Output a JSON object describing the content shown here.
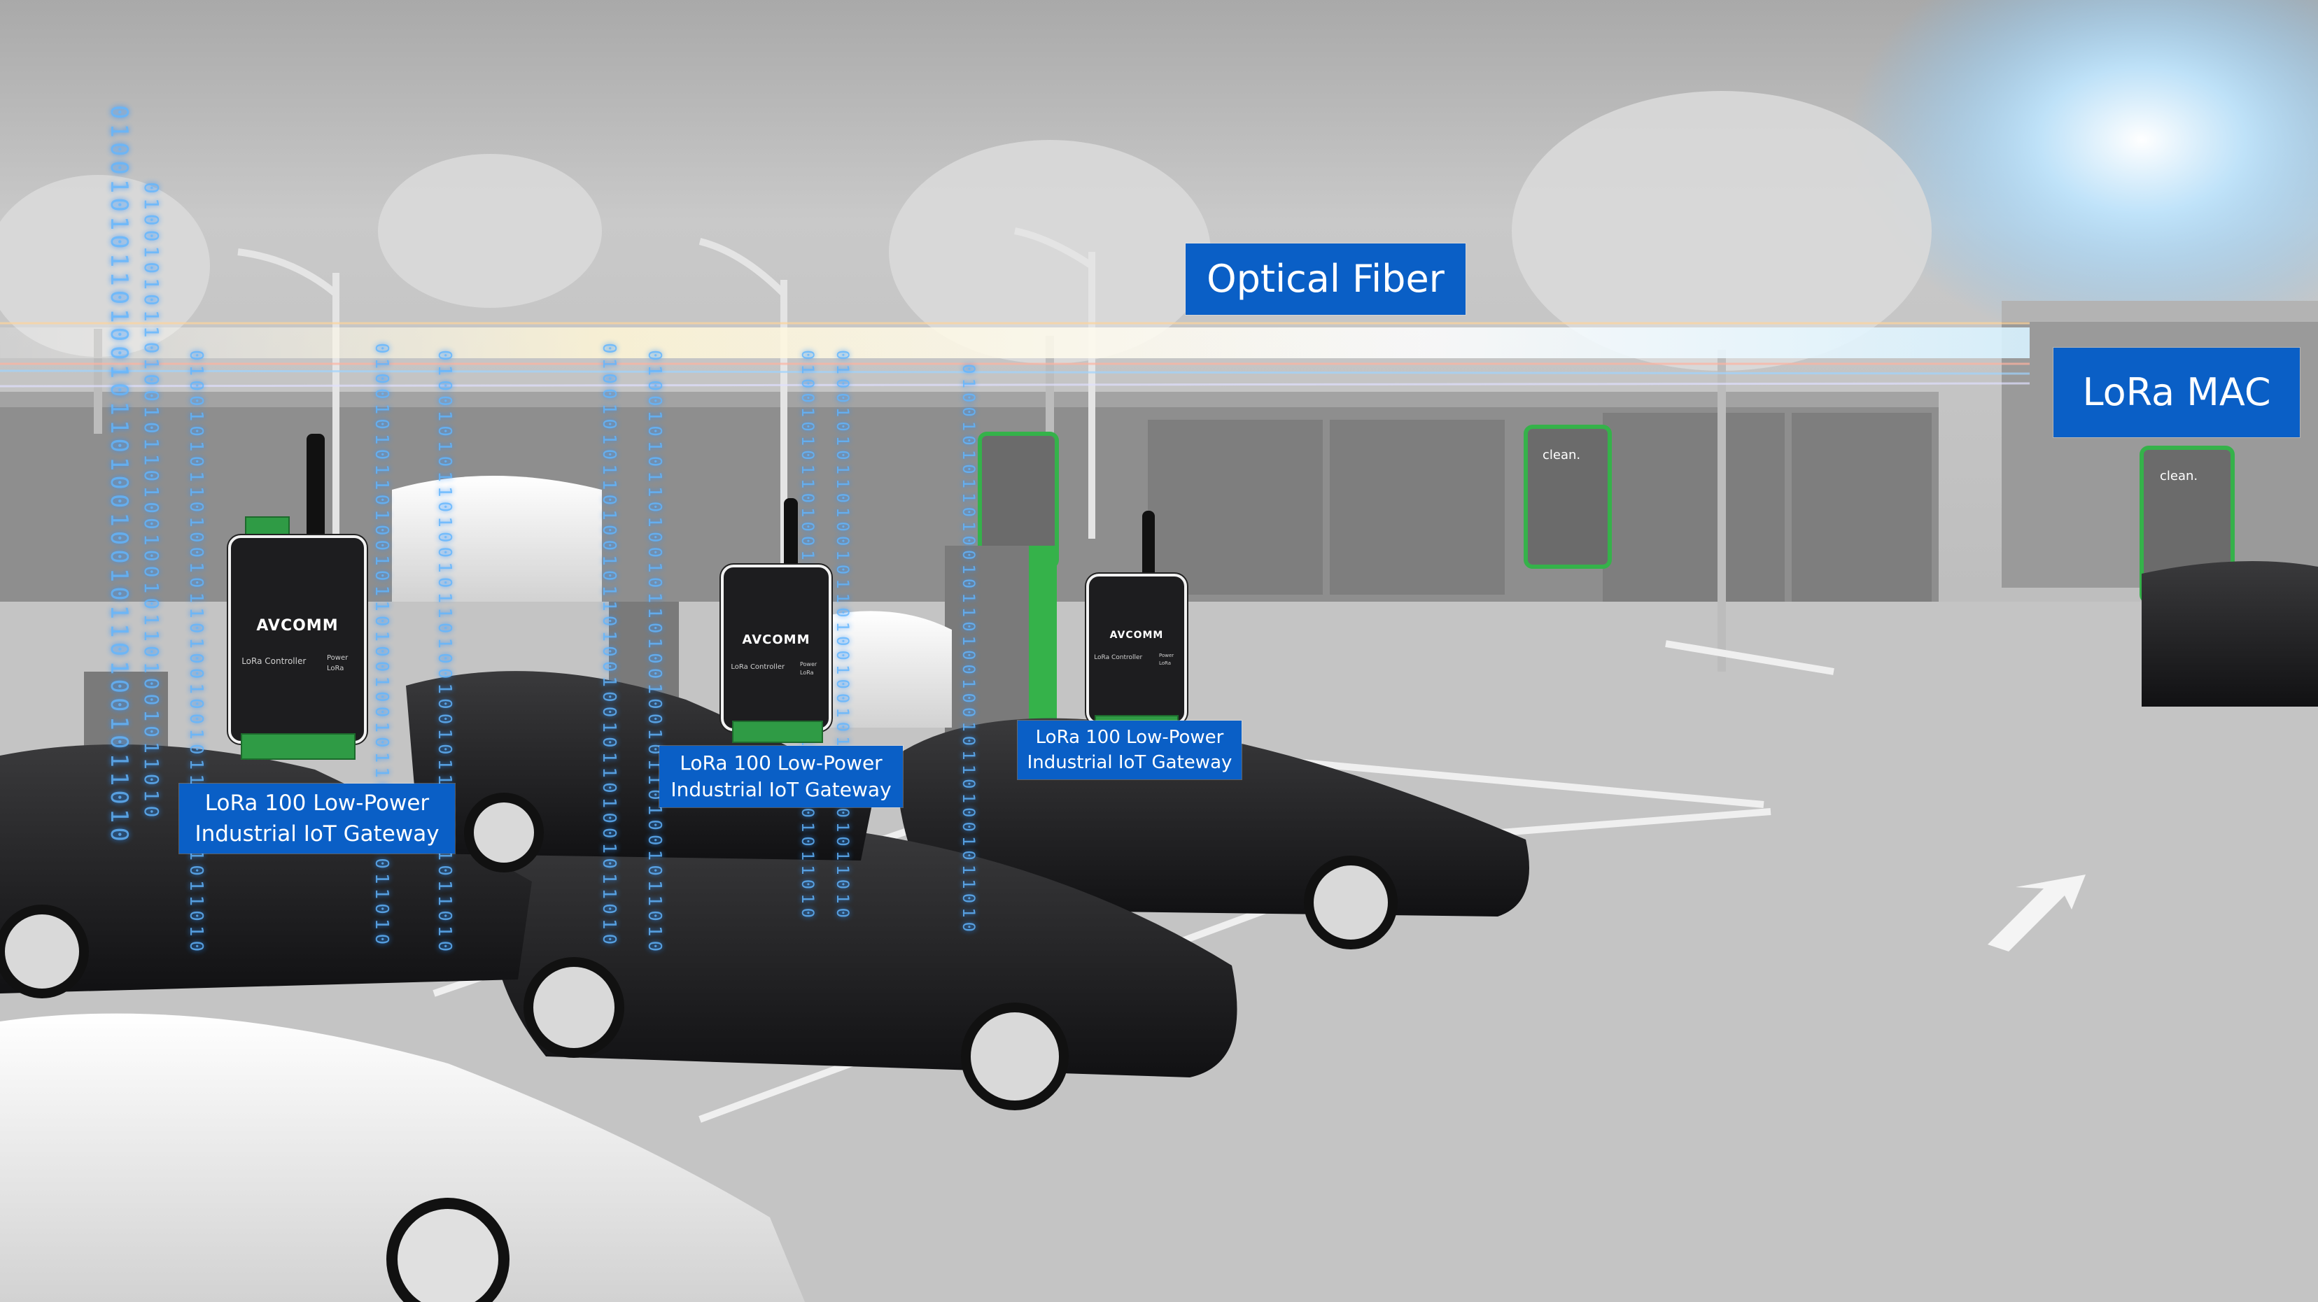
{
  "labels": {
    "optical_fiber": "Optical Fiber",
    "lora_mac": "LoRa MAC",
    "gateways": [
      {
        "line1": "LoRa 100 Low-Power",
        "line2": "Industrial IoT Gateway"
      },
      {
        "line1": "LoRa 100 Low-Power",
        "line2": "Industrial IoT Gateway"
      },
      {
        "line1": "LoRa 100 Low-Power",
        "line2": "Industrial IoT Gateway"
      }
    ]
  },
  "device": {
    "brand": "AVCOMM",
    "model": "LoRa Controller",
    "indicators": [
      "Power",
      "LoRa"
    ]
  },
  "charger_brand": "clean.",
  "binary_stream": "0100101011010010110100100101101001011010",
  "colors": {
    "label_bg": "#0a5fc6",
    "label_text": "#ffffff",
    "terminal_green": "#2f9b45",
    "data_glow": "#5fb4ff"
  }
}
